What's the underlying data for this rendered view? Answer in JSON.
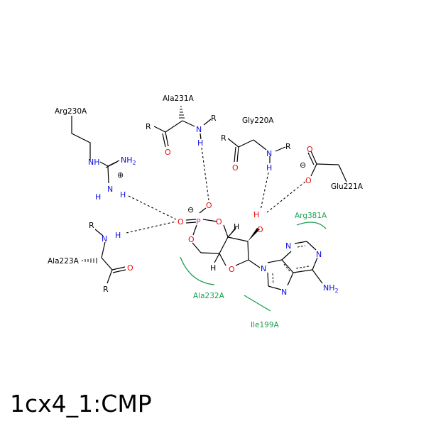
{
  "title": "1cx4_1:CMP",
  "residues": {
    "arg230": "Arg230A",
    "ala231": "Ala231A",
    "gly220": "Gly220A",
    "glu221": "Glu221A",
    "ala223": "Ala223A"
  },
  "hydrophobic": {
    "arg381": "Arg381A",
    "ala232": "Ala232A",
    "ile199": "Ile199A"
  },
  "atoms": {
    "R": "R",
    "N": "N",
    "NH": "NH",
    "H": "H",
    "O": "O",
    "P": "P",
    "NH2_text": "NH",
    "sub2": "2",
    "minus": "⊖",
    "plus": "⊕"
  },
  "colors": {
    "nitrogen": "#0d0de6",
    "oxygen": "#e60d0d",
    "phosphorus": "#c0389a",
    "hydrophobic": "#1a9e50"
  }
}
